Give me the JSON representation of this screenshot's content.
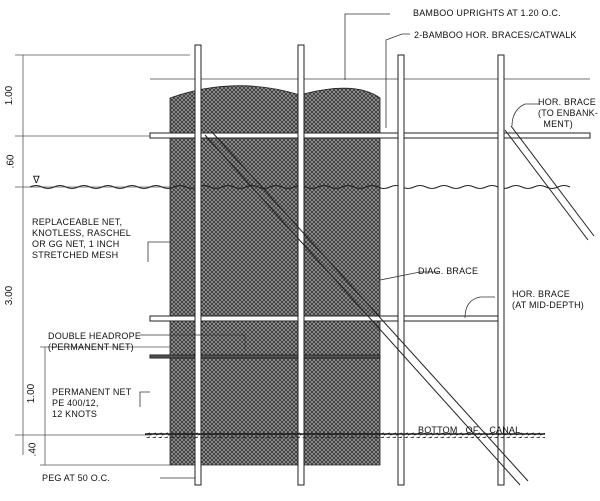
{
  "drawing": {
    "labels": {
      "uprights": "BAMBOO UPRIGHTS AT 1.20 O.C.",
      "braces_catwalk": "2-BAMBOO HOR. BRACES/CATWALK",
      "hor_brace_embankment": "HOR. BRACE\n(TO ENBANK-\n  MENT)",
      "replaceable_net": "REPLACEABLE NET,\nKNOTLESS, RASCHEL\nOR GG NET, 1 INCH\nSTRETCHED MESH",
      "diag_brace": "DIAG. BRACE",
      "hor_brace_mid": "HOR. BRACE\n(AT MID-DEPTH)",
      "double_headrope": "DOUBLE HEADROPE\n(PERMANENT NET)",
      "permanent_net": "PERMANENT NET\nPE 400/12,\n12 KNOTS",
      "bottom_of_canal": "BOTTOM   OF    CANAL",
      "peg": "PEG AT 50 O.C.",
      "water_symbol": "∇"
    },
    "dimensions": {
      "d1": "1.00",
      "d2": ".60",
      "d3": "3.00",
      "d4": "1.00",
      "d5": ".40"
    }
  }
}
